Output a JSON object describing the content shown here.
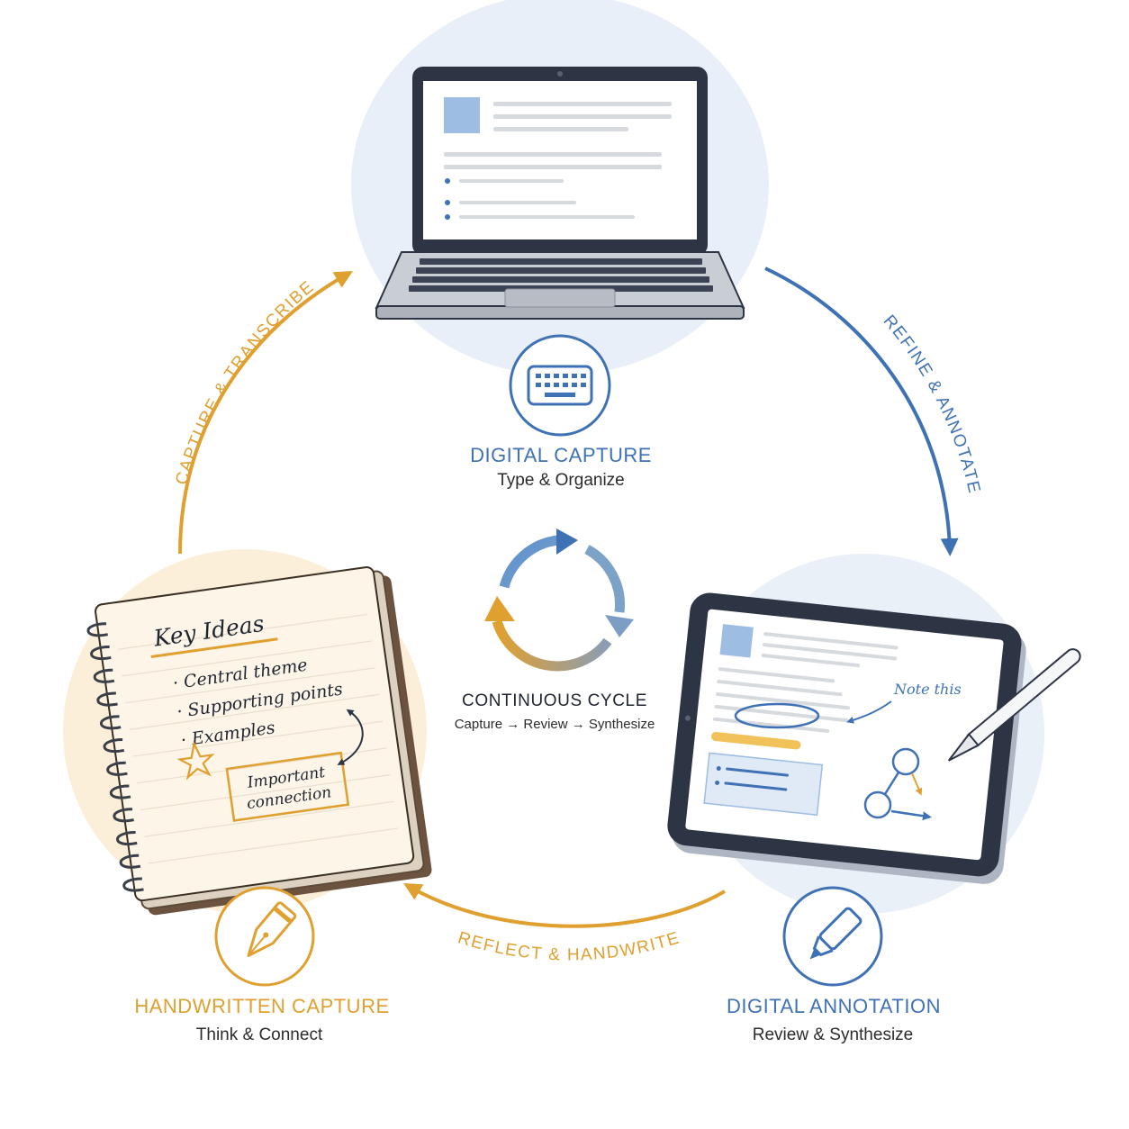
{
  "colors": {
    "blue": "#3f72b5",
    "orange": "#e0a030",
    "dark": "#2d3444",
    "light_blue_bg": "#e8eff8",
    "light_orange_bg": "#fcefd9"
  },
  "stages": {
    "digital_capture": {
      "title": "DIGITAL CAPTURE",
      "subtitle": "Type & Organize",
      "icon": "keyboard-icon"
    },
    "digital_annotation": {
      "title": "DIGITAL ANNOTATION",
      "subtitle": "Review & Synthesize",
      "icon": "highlighter-icon"
    },
    "handwritten_capture": {
      "title": "HANDWRITTEN CAPTURE",
      "subtitle": "Think & Connect",
      "icon": "fountain-pen-icon"
    }
  },
  "arrows": {
    "refine": "REFINE & ANNOTATE",
    "reflect": "REFLECT & HANDWRITE",
    "capture": "CAPTURE & TRANSCRIBE"
  },
  "center": {
    "title": "CONTINUOUS CYCLE",
    "subtitle": "Capture → Review → Synthesize"
  },
  "notebook": {
    "heading": "Key Ideas",
    "bullets": [
      "· Central theme",
      "· Supporting points",
      "· Examples"
    ],
    "box_line1": "Important",
    "box_line2": "connection"
  },
  "tablet": {
    "note": "Note this"
  }
}
